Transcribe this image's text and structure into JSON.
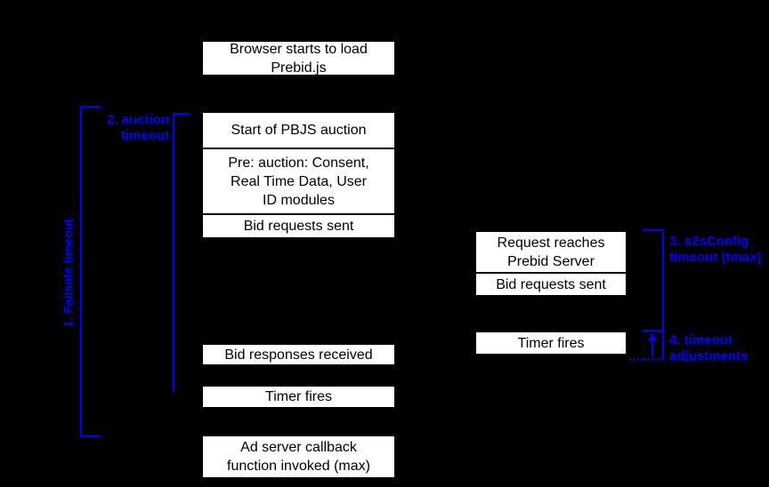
{
  "colors": {
    "background": "#000000",
    "box_fill": "#ffffff",
    "box_border": "#000000",
    "box_text": "#000000",
    "annotation_blue": "#0000ff"
  },
  "timeline_client": {
    "browser_load": "Browser starts to load\nPrebid.js",
    "start_auction": "Start of PBJS auction",
    "pre_auction": "Pre: auction: Consent,\nReal Time Data, User\nID modules",
    "bid_requests_sent": "Bid requests sent",
    "bid_responses_received": "Bid responses received",
    "timer_fires": "Timer fires",
    "ad_server_callback": "Ad server callback\nfunction invoked (max)"
  },
  "timeline_server": {
    "request_reaches_server": "Request reaches\nPrebid Server",
    "bid_requests_sent": "Bid requests sent",
    "timer_fires": "Timer fires"
  },
  "annotations": {
    "failsafe_timeout": "1. Failsafe timeout",
    "auction_timeout": "2. auction\ntimeout",
    "s2s_config_timeout": "3. s2sConfig\ntimeout (tmax)",
    "timeout_adjustments": "4. timeout\nadjustments"
  }
}
